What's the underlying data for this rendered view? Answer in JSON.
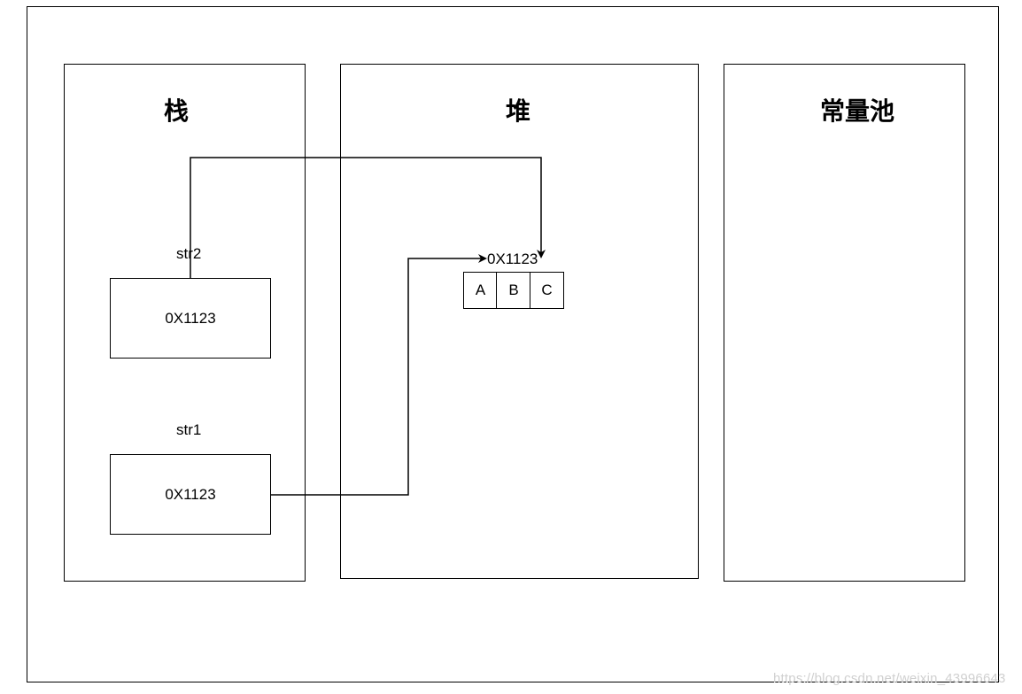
{
  "regions": {
    "stack": {
      "title": "栈"
    },
    "heap": {
      "title": "堆"
    },
    "constant_pool": {
      "title": "常量池"
    }
  },
  "variables": {
    "str2": {
      "name": "str2",
      "value": "0X1123"
    },
    "str1": {
      "name": "str1",
      "value": "0X1123"
    }
  },
  "heap_object": {
    "address": "0X1123",
    "chars": [
      "A",
      "B",
      "C"
    ]
  },
  "watermark": "https://blog.csdn.net/weixin_43996643"
}
